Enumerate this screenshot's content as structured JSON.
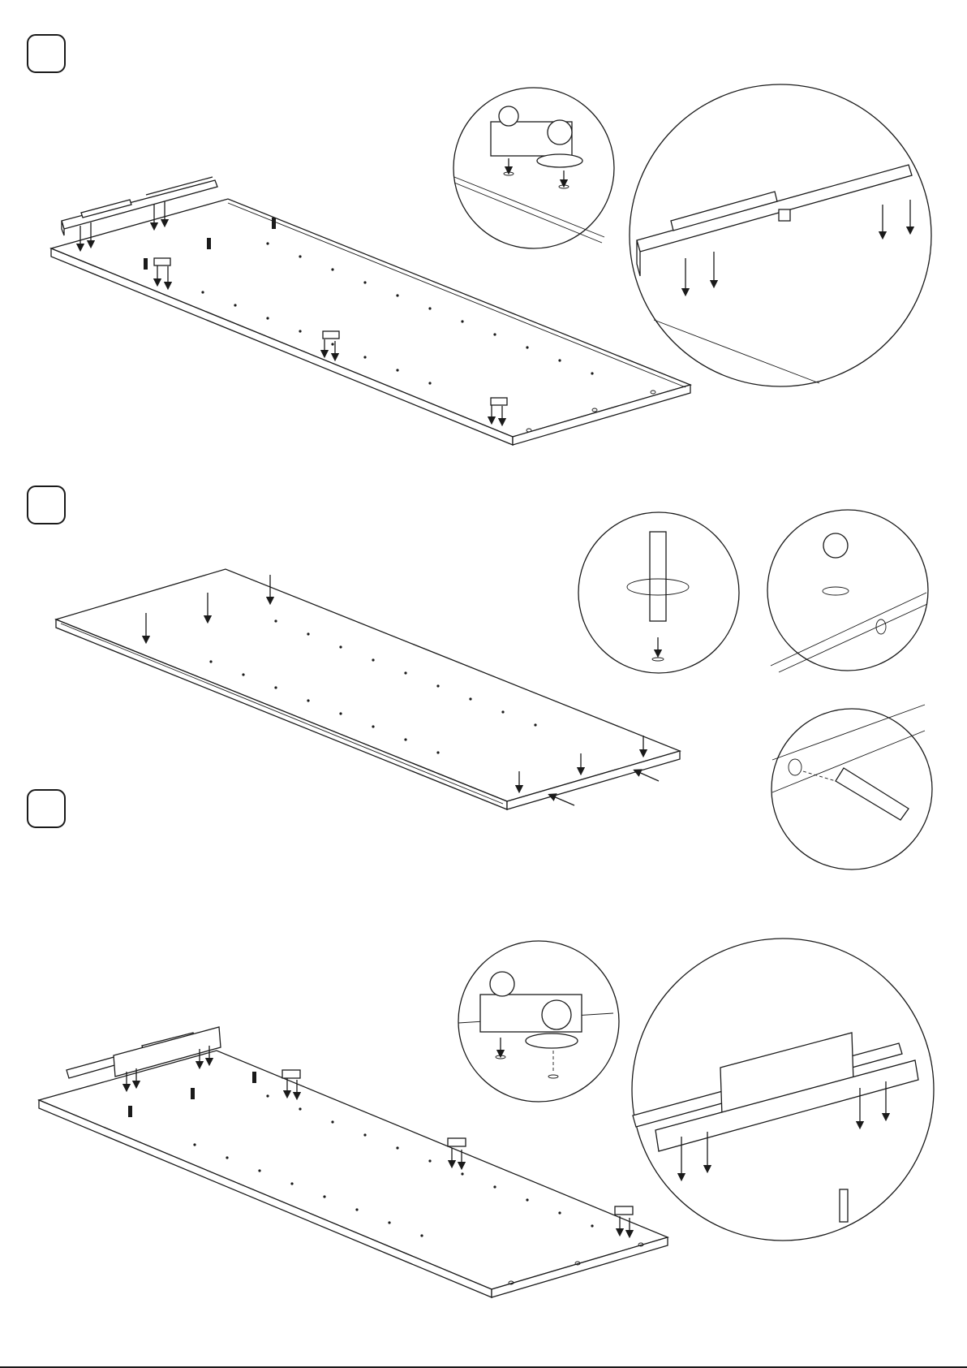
{
  "page": {
    "background": "#ffffff",
    "line_color": "#1a1a1a"
  },
  "steps": [
    {
      "number": "",
      "panel": "top-panel-with-drawer-runner-and-cam-locks"
    },
    {
      "number": "",
      "panel": "side-panel-with-dowels-and-cam-bolts"
    },
    {
      "number": "",
      "panel": "bottom-panel-with-drawer-runner-and-cam-locks"
    }
  ],
  "details": [
    {
      "step": 1,
      "icon": "cam-lock-detail-icon"
    },
    {
      "step": 1,
      "icon": "drawer-runner-screw-detail-icon"
    },
    {
      "step": 2,
      "icon": "cam-bolt-screw-in-detail-icon"
    },
    {
      "step": 2,
      "icon": "cam-nut-insert-detail-icon"
    },
    {
      "step": 2,
      "icon": "wooden-dowel-insert-detail-icon"
    },
    {
      "step": 3,
      "icon": "cam-lock-detail-icon"
    },
    {
      "step": 3,
      "icon": "drawer-runner-screw-detail-icon"
    }
  ]
}
